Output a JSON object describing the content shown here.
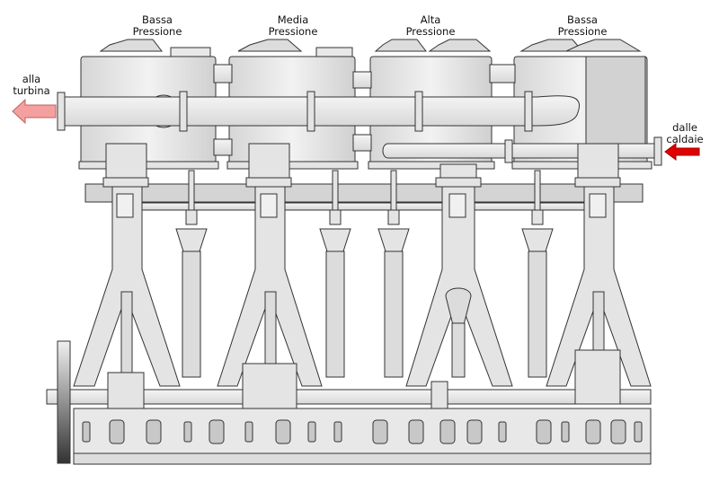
{
  "cylinders": [
    {
      "line1": "Bassa",
      "line2": "Pressione"
    },
    {
      "line1": "Media",
      "line2": "Pressione"
    },
    {
      "line1": "Alta",
      "line2": "Pressione"
    },
    {
      "line1": "Bassa",
      "line2": "Pressione"
    }
  ],
  "outlet": {
    "line1": "alla",
    "line2": "turbina"
  },
  "inlet": {
    "line1": "dalle",
    "line2": "caldaie"
  },
  "colors": {
    "outlet_arrow": "#f4a0a0",
    "inlet_arrow": "#e00000",
    "metal": "#e4e4e4",
    "outline": "#333333"
  }
}
